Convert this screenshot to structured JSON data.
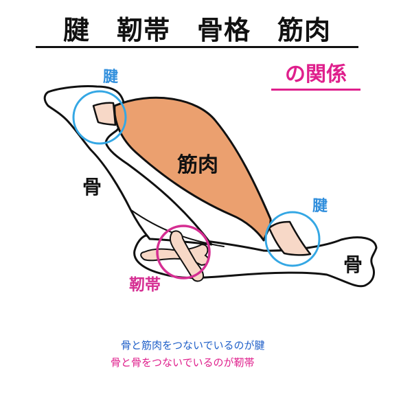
{
  "title": "腱　靭帯　骨格　筋肉",
  "subtitle": "の関係",
  "diagram": {
    "labels": {
      "tendon_top": "腱",
      "tendon_right": "腱",
      "bone_left": "骨",
      "bone_right": "骨",
      "muscle": "筋肉",
      "ligament": "靭帯"
    },
    "colors": {
      "outline": "#111111",
      "bone_fill": "#ffffff",
      "muscle": "#eba06f",
      "tendon_bone": "#f7d8c7",
      "tendon_circle": "#34a7e4",
      "tendon_label": "#2f8edc",
      "ligament": "#d52e92",
      "text": "#111111"
    }
  },
  "captions": {
    "tendon": "骨と筋肉をつないでいるのが腱",
    "ligament": "骨と骨をつないでいるのが靭帯"
  }
}
